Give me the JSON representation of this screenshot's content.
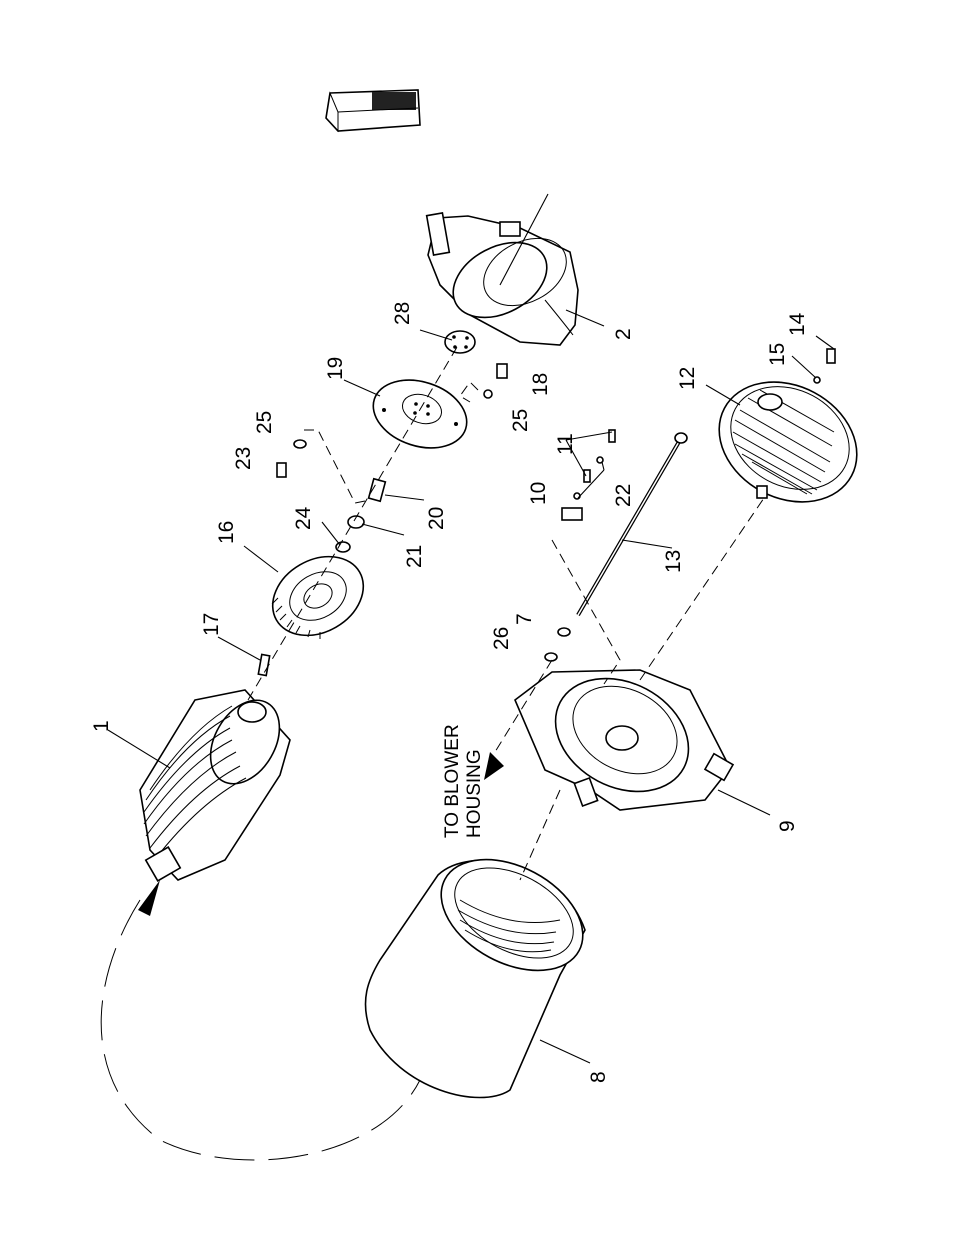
{
  "callouts": [
    {
      "id": "c1",
      "text": "1"
    },
    {
      "id": "c2",
      "text": "2"
    },
    {
      "id": "c7",
      "text": "7"
    },
    {
      "id": "c8",
      "text": "8"
    },
    {
      "id": "c9",
      "text": "9"
    },
    {
      "id": "c10",
      "text": "10"
    },
    {
      "id": "c11",
      "text": "11"
    },
    {
      "id": "c12",
      "text": "12"
    },
    {
      "id": "c13",
      "text": "13"
    },
    {
      "id": "c14",
      "text": "14"
    },
    {
      "id": "c15",
      "text": "15"
    },
    {
      "id": "c16",
      "text": "16"
    },
    {
      "id": "c17",
      "text": "17"
    },
    {
      "id": "c18",
      "text": "18"
    },
    {
      "id": "c19",
      "text": "19"
    },
    {
      "id": "c20",
      "text": "20"
    },
    {
      "id": "c21",
      "text": "21"
    },
    {
      "id": "c22",
      "text": "22"
    },
    {
      "id": "c23",
      "text": "23"
    },
    {
      "id": "c24",
      "text": "24"
    },
    {
      "id": "c25a",
      "text": "25"
    },
    {
      "id": "c25b",
      "text": "25"
    },
    {
      "id": "c26",
      "text": "26"
    },
    {
      "id": "c28",
      "text": "28"
    }
  ],
  "note": {
    "line1": "TO BLOWER",
    "line2": "HOUSING"
  }
}
